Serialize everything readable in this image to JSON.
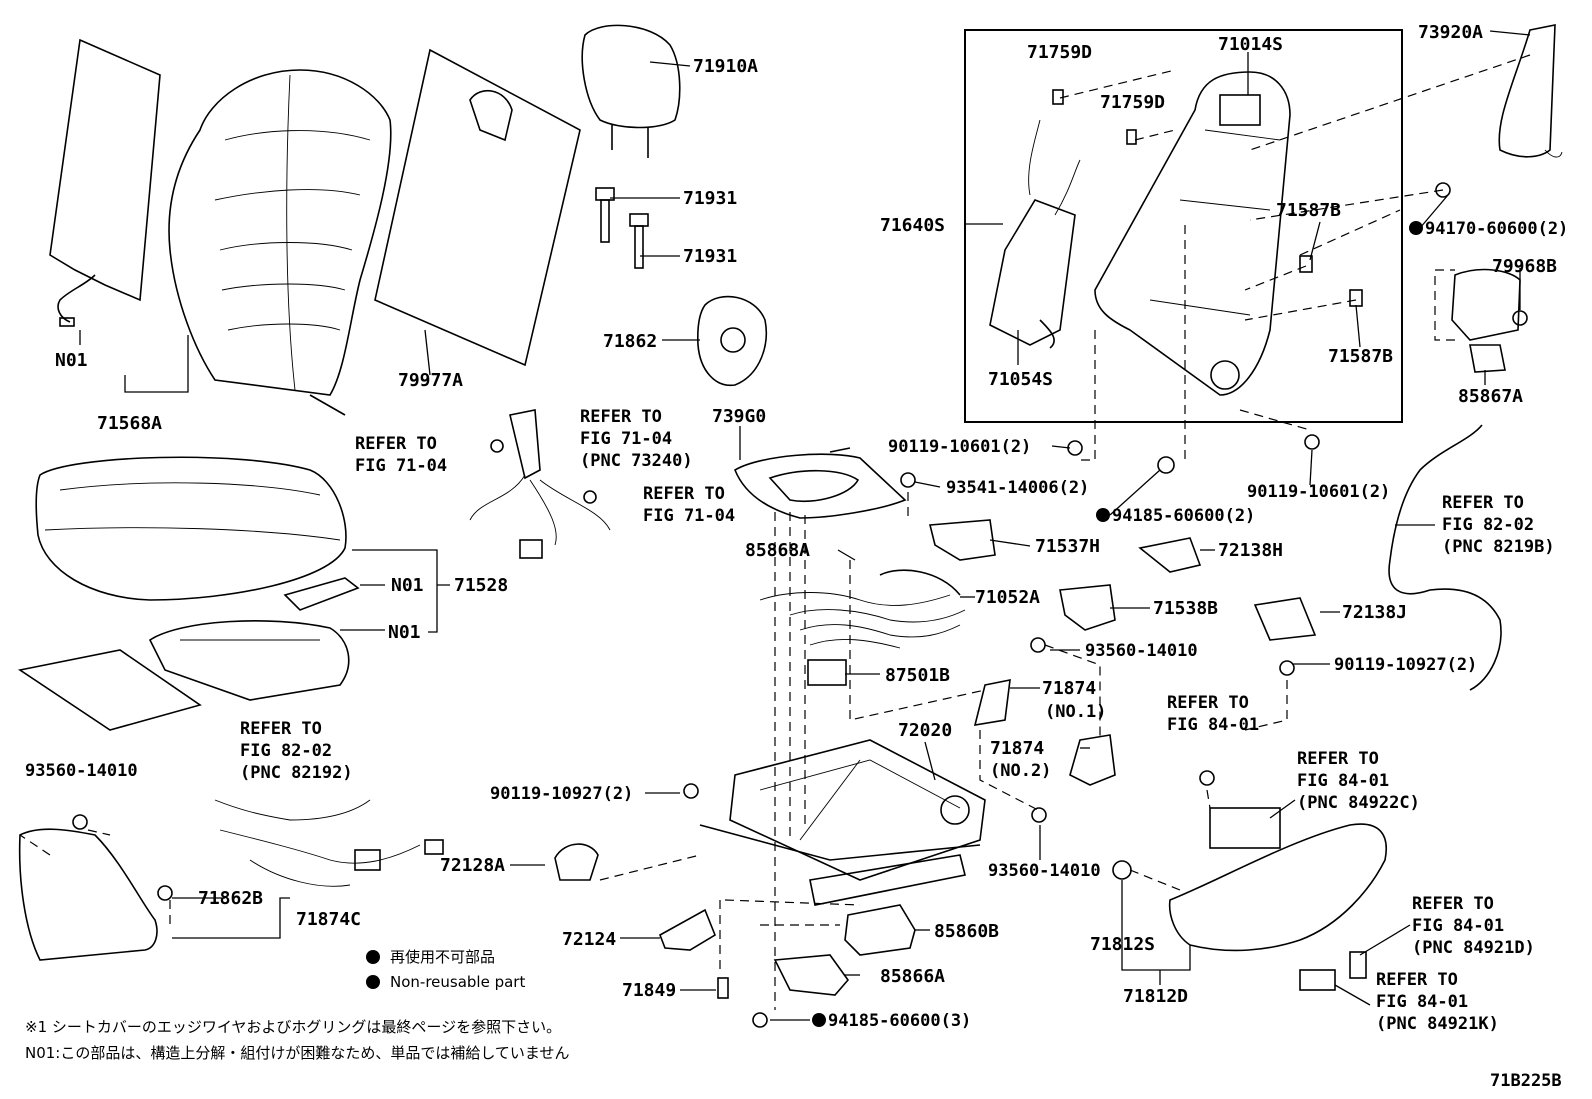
{
  "labels": {
    "p71910A": "71910A",
    "p71931a": "71931",
    "p71931b": "71931",
    "p71862": "71862",
    "p79977A": "79977A",
    "p71568A": "71568A",
    "n01_back": "N01",
    "p71759D_a": "71759D",
    "p71759D_b": "71759D",
    "p71014S": "71014S",
    "p71640S": "71640S",
    "p71587B_a": "71587B",
    "p71587B_b": "71587B",
    "p71054S": "71054S",
    "p73920A": "73920A",
    "p94170": "94170-60600(2)",
    "p79968B": "79968B",
    "p85867A": "85867A",
    "p739G0": "739G0",
    "p90119_10601_l": "90119-10601(2)",
    "p90119_10601_r": "90119-10601(2)",
    "p93541": "93541-14006(2)",
    "p94185_2": "94185-60600(2)",
    "p85868A": "85868A",
    "p71537H": "71537H",
    "p72138H": "72138H",
    "p71052A": "71052A",
    "p71538B": "71538B",
    "p72138J": "72138J",
    "p93560_mid": "93560-14010",
    "p90119_10927_r": "90119-10927(2)",
    "p87501B": "87501B",
    "p71874_1": "71874",
    "p71874_1_sub": "(NO.1)",
    "p71874_2": "71874",
    "p71874_2_sub": "(NO.2)",
    "p72020": "72020",
    "p71528": "71528",
    "n01_a": "N01",
    "n01_b": "N01",
    "p93560_left": "93560-14010",
    "p90119_10927_l": "90119-10927(2)",
    "p72128A": "72128A",
    "p93560_bot": "93560-14010",
    "p71862B": "71862B",
    "p71874C": "71874C",
    "p72124": "72124",
    "p85860B": "85860B",
    "p85866A": "85866A",
    "p71849": "71849",
    "p94185_3": "94185-60600(3)",
    "p71812S": "71812S",
    "p71812D": "71812D"
  },
  "refers": {
    "r1": [
      "REFER TO",
      "FIG 71-04"
    ],
    "r2": [
      "REFER TO",
      "FIG 71-04",
      "(PNC 73240)"
    ],
    "r3": [
      "REFER TO",
      "FIG 71-04"
    ],
    "r4": [
      "REFER TO",
      "FIG 82-02",
      "(PNC 8219B)"
    ],
    "r5": [
      "REFER TO",
      "FIG 84-01"
    ],
    "r6": [
      "REFER TO",
      "FIG 82-02",
      "(PNC 82192)"
    ],
    "r7": [
      "REFER TO",
      "FIG 84-01",
      "(PNC 84922C)"
    ],
    "r8": [
      "REFER TO",
      "FIG 84-01",
      "(PNC 84921D)"
    ],
    "r9": [
      "REFER TO",
      "FIG 84-01",
      "(PNC 84921K)"
    ]
  },
  "legend": {
    "jp": "再使用不可部品",
    "en": "Non-reusable part"
  },
  "notes": {
    "n1": "※1 シートカバーのエッジワイヤおよびホグリングは最終ページを参照下さい。",
    "n2": "N01:この部品は、構造上分解・組付けが困難なため、単品では補給していません"
  },
  "fig_id": "71B225B",
  "colors": {
    "ink": "#000000",
    "paper": "#ffffff"
  }
}
